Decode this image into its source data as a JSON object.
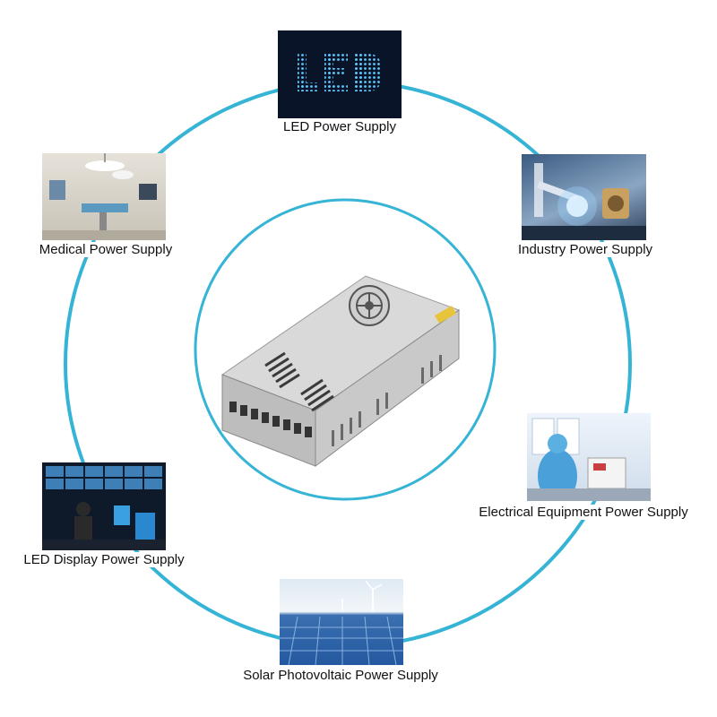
{
  "diagram": {
    "ring_color": "#35b4d6",
    "center_image": "switching-power-supply-product",
    "applications": [
      {
        "label": "LED Power Supply",
        "image": "led-lettering-photo"
      },
      {
        "label": "Industry Power Supply",
        "image": "industrial-welding-robot-photo"
      },
      {
        "label": "Electrical Equipment Power Supply",
        "image": "laboratory-technician-photo"
      },
      {
        "label": "Solar Photovoltaic Power Supply",
        "image": "solar-panel-field-photo"
      },
      {
        "label": "LED Display Power Supply",
        "image": "control-room-monitors-photo"
      },
      {
        "label": "Medical Power Supply",
        "image": "operating-room-photo"
      }
    ]
  }
}
